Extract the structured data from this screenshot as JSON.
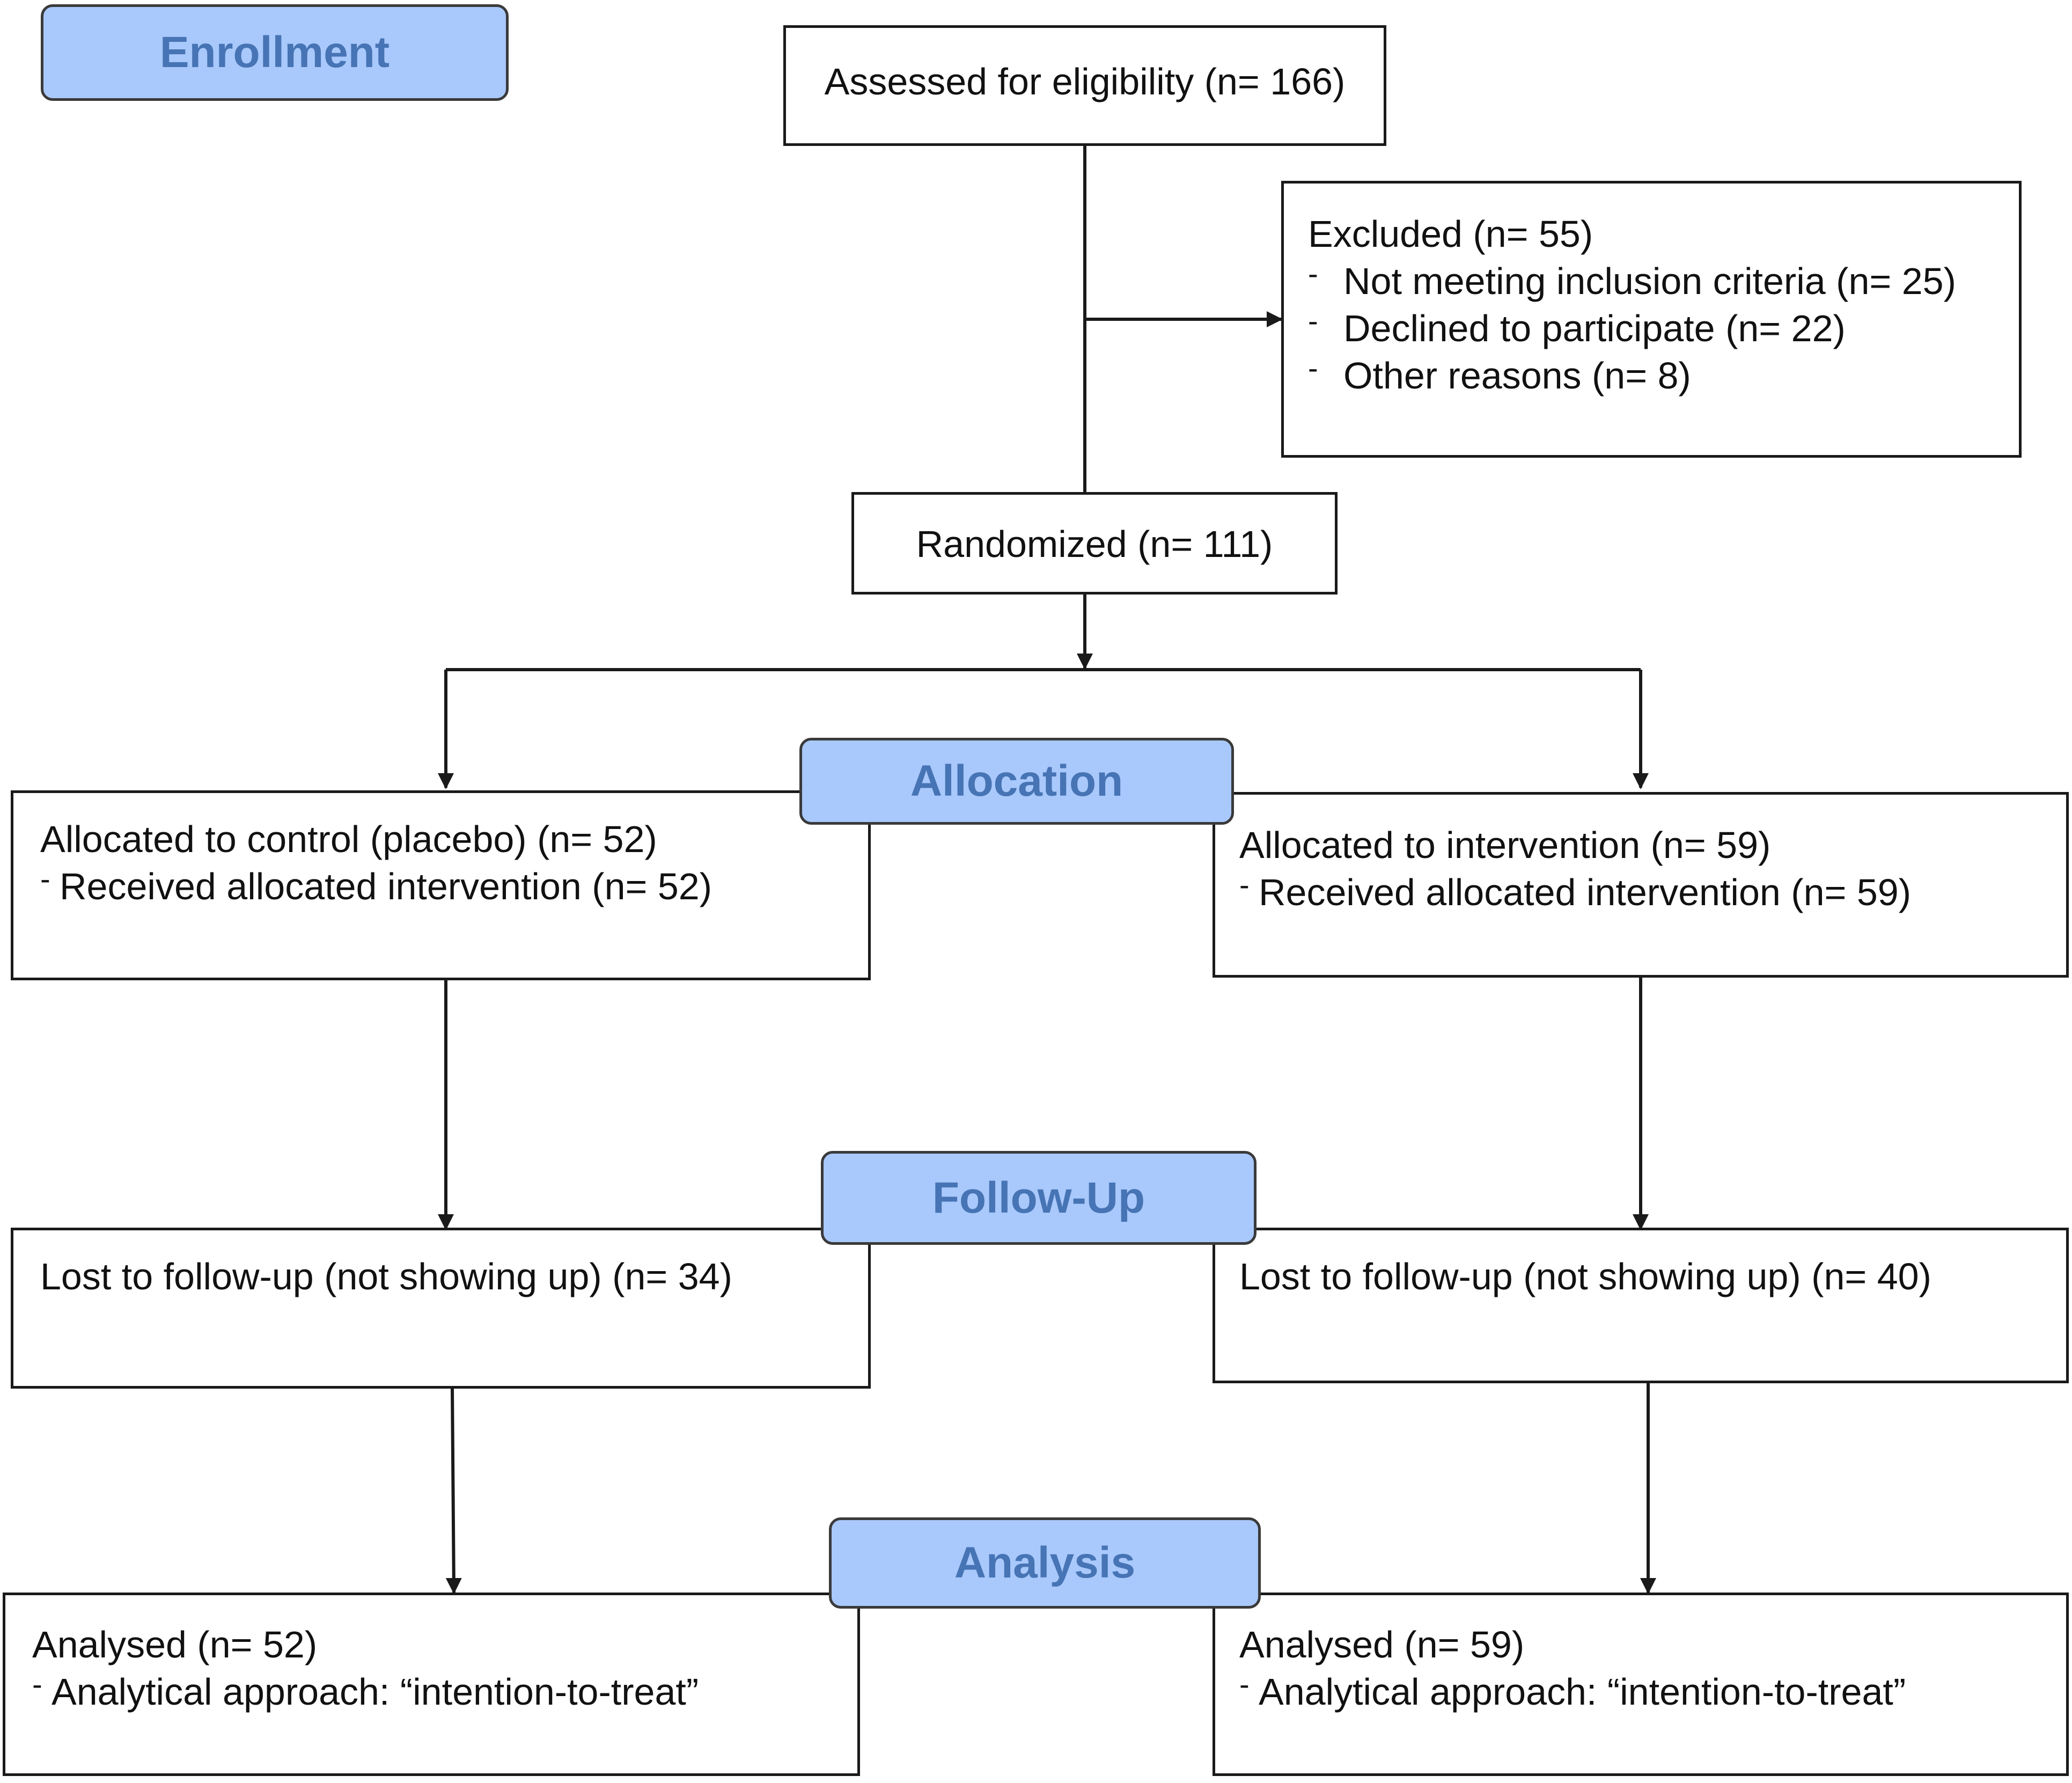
{
  "phases": {
    "enrollment": "Enrollment",
    "allocation": "Allocation",
    "follow_up": "Follow-Up",
    "analysis": "Analysis"
  },
  "assessed": {
    "title": "Assessed for eligibility (n= 166)"
  },
  "excluded": {
    "title": "Excluded (n= 55)",
    "items": [
      "Not meeting inclusion criteria (n= 25)",
      "Declined to participate (n= 22)",
      "Other reasons (n= 8)"
    ]
  },
  "randomized": {
    "title": "Randomized (n= 111)"
  },
  "control": {
    "allocation": {
      "title": "Allocated to control (placebo) (n= 52)",
      "item": "Received allocated intervention (n= 52)"
    },
    "follow_up": {
      "title": "Lost to follow-up (not showing up) (n= 34)"
    },
    "analysis": {
      "title": "Analysed (n= 52)",
      "item": "Analytical approach: “intention-to-treat”"
    }
  },
  "intervention": {
    "allocation": {
      "title": "Allocated to intervention (n= 59)",
      "item": "Received allocated intervention (n= 59)"
    },
    "follow_up": {
      "title": "Lost to follow-up (not showing up) (n= 40)"
    },
    "analysis": {
      "title": "Analysed (n= 59)",
      "item": "Analytical approach: “intention-to-treat”"
    }
  },
  "colors": {
    "phase_fill": "#a9c8fb",
    "phase_text": "#4674b4",
    "line": "#1a1a1a"
  }
}
